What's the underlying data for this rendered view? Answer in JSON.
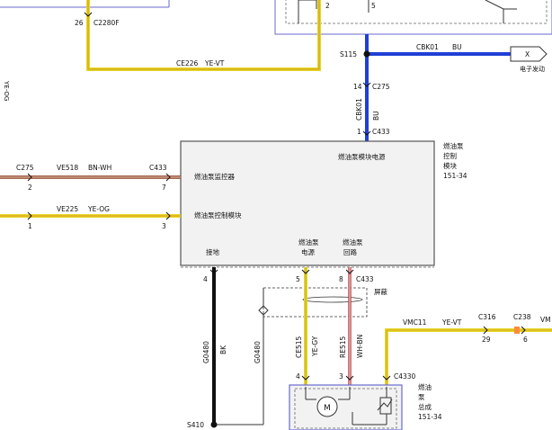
{
  "colors": {
    "ye": "#e8d62a",
    "ye_stripe": "#c79a12",
    "bu": "#1f3fd6",
    "bk": "#111111",
    "bn_wh": "#8a3a1c",
    "re_wh": "#b84a48",
    "module_border": "#555555",
    "module_fill": "#f2f2f2",
    "frame": "#6a6ad0"
  },
  "labels": {
    "c2280f": "C2280F",
    "pin_26": "26",
    "pin_2_top": "2",
    "pin_5_top": "5",
    "ce226": "CE226",
    "ye_vt_top": "YE-VT",
    "s115": "S115",
    "cbk01": "CBK01",
    "bu_h": "BU",
    "x_mark": "X",
    "ecu_text": "电子发动",
    "pin_14": "14",
    "c275_v": "C275",
    "cbk01_v": "CBK01",
    "bu_v": "BU",
    "pin_1_top": "1",
    "c433_top": "C433",
    "fpcm_title_1": "燃油泵",
    "fpcm_title_2": "控制",
    "fpcm_title_3": "模块",
    "fpcm_ref": "151-34",
    "fpcm_power": "燃油泵模块电源",
    "fp_monitor": "燃油泵监控器",
    "fp_control": "燃油泵控制模块",
    "ground_cn": "接地",
    "fp_power_1": "燃油泵",
    "fp_power_2": "电源",
    "fp_return_1": "燃油泵",
    "fp_return_2": "回路",
    "c275_l": "C275",
    "ve518": "VE518",
    "bn_wh": "BN-WH",
    "c433_l": "C433",
    "pin_2_l": "2",
    "pin_7_l": "7",
    "ve225": "VE225",
    "ye_og": "YE-OG",
    "pin_1_l": "1",
    "pin_3_l": "3",
    "side_text": "YE-OG",
    "pin_4_g": "4",
    "pin_5_m": "5",
    "pin_8_m": "8",
    "c433_m": "C433",
    "shield_cn": "屏蔽",
    "g0480_a": "G0480",
    "bk": "BK",
    "g0480_b": "G0480",
    "ce515": "CE515",
    "ye_gy": "YE-GY",
    "re515": "RE515",
    "wh_bn": "WH-BN",
    "pin_4_b": "4",
    "pin_3_b": "3",
    "c4330": "C4330",
    "motor_m": "M",
    "tank_1": "燃油",
    "tank_2": "泵",
    "tank_3": "总成",
    "tank_ref": "151-34",
    "vmc11": "VMC11",
    "ye_vt_r": "YE-VT",
    "c316": "C316",
    "pin_29": "29",
    "c238": "C238",
    "pin_6": "6",
    "vm_cut": "VM",
    "s410": "S410"
  }
}
